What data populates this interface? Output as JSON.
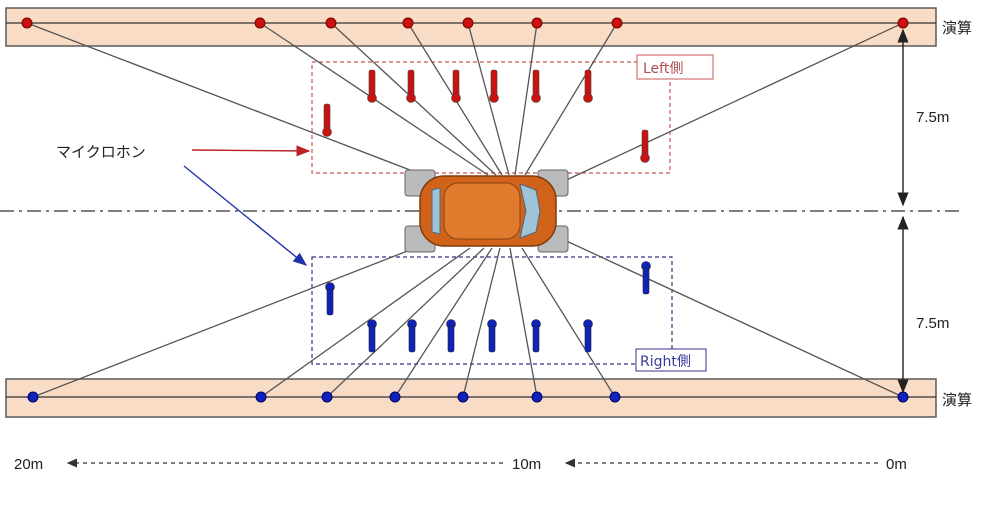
{
  "labels": {
    "microphone": "マイクロホン",
    "left_side": "Left側",
    "right_side": "Right側",
    "calc_top": "演算",
    "calc_bottom": "演算",
    "dist_top": "7.5m",
    "dist_bottom": "7.5m",
    "scale_20": "20m",
    "scale_10": "10m",
    "scale_0": "0m"
  },
  "colors": {
    "band_fill": "#f8dcc6",
    "band_stroke": "#5a5a5a",
    "red_point": "#cc1111",
    "blue_point": "#1122bb",
    "line": "#555555",
    "left_box": "#cc5555",
    "right_box": "#333388",
    "arrow_red": "#bb2222",
    "arrow_blue": "#2233aa",
    "car_body": "#d0621a",
    "car_roof": "#e07a2c"
  },
  "icons": {
    "mic": "microphone-icon",
    "car": "car-icon"
  }
}
